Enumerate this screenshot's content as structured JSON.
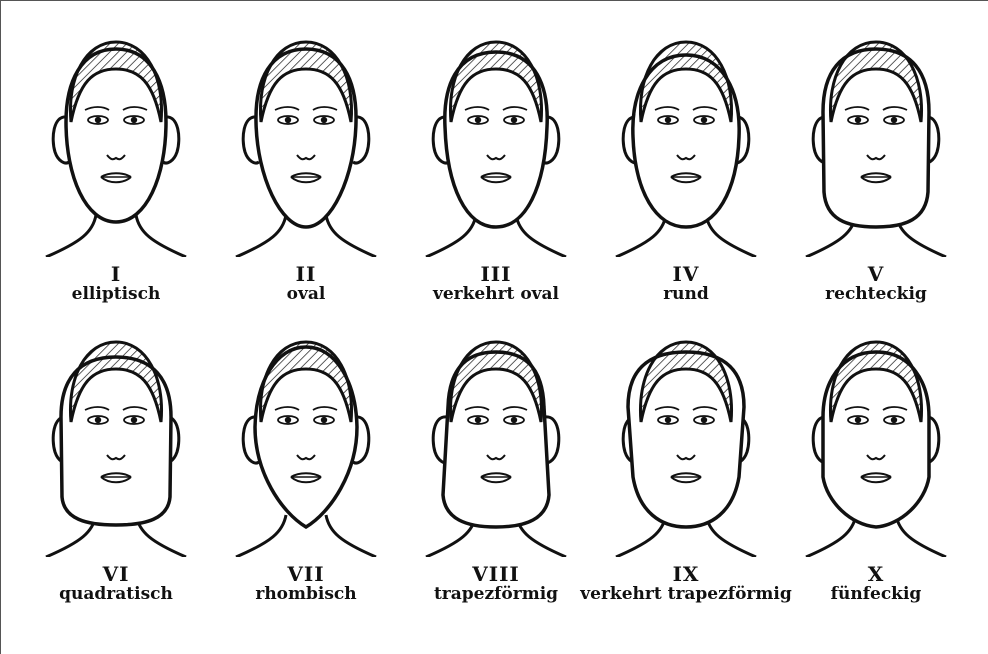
{
  "faces": [
    {
      "id": "I",
      "numeral": "I",
      "label": "elliptisch"
    },
    {
      "id": "II",
      "numeral": "II",
      "label": "oval"
    },
    {
      "id": "III",
      "numeral": "III",
      "label": "verkehrt  oval"
    },
    {
      "id": "IV",
      "numeral": "IV",
      "label": "rund"
    },
    {
      "id": "V",
      "numeral": "V",
      "label": "rechteckig"
    },
    {
      "id": "VI",
      "numeral": "VI",
      "label": "quadratisch"
    },
    {
      "id": "VII",
      "numeral": "VII",
      "label": "rhombisch"
    },
    {
      "id": "VIII",
      "numeral": "VIII",
      "label": "trapezförmig"
    },
    {
      "id": "IX",
      "numeral": "IX",
      "label": "verkehrt trapezförmig"
    },
    {
      "id": "X",
      "numeral": "X",
      "label": "fünfeckig"
    }
  ],
  "colors": {
    "ink": "#111111",
    "background": "#ffffff"
  }
}
